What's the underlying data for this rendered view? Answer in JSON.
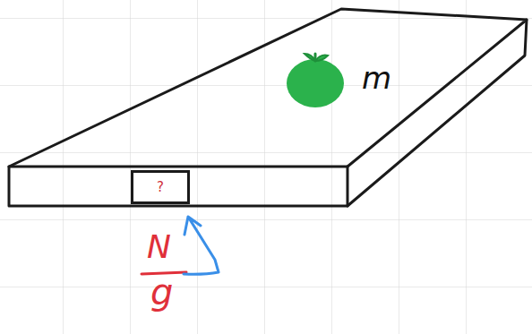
{
  "diagram": {
    "nodes": [
      {
        "text": [
          "?"
        ]
      }
    ],
    "labels": [
      "m",
      "N",
      "g"
    ]
  }
}
